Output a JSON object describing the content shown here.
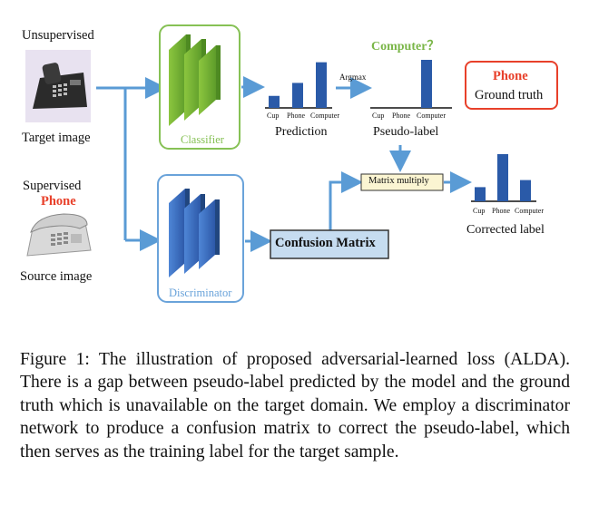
{
  "target": {
    "heading": "Unsupervised",
    "caption": "Target image"
  },
  "source": {
    "heading": "Supervised",
    "class_name": "Phone",
    "caption": "Source image"
  },
  "classifier": {
    "label": "Classifier"
  },
  "discriminator": {
    "label": "Discriminator"
  },
  "prediction": {
    "title": "Prediction",
    "bars": [
      {
        "class": "Cup",
        "value": 0.25
      },
      {
        "class": "Phone",
        "value": 0.52
      },
      {
        "class": "Computer",
        "value": 0.95
      }
    ]
  },
  "argmax_label": "Argmax",
  "pseudo_label": {
    "question": "Computer？",
    "title": "Pseudo-label",
    "bars": [
      {
        "class": "Cup",
        "value": 0
      },
      {
        "class": "Phone",
        "value": 0
      },
      {
        "class": "Computer",
        "value": 1.0
      }
    ]
  },
  "ground_truth": {
    "class_name": "Phone",
    "title": "Ground truth"
  },
  "matrix_multiply": {
    "label": "Matrix multiply"
  },
  "confusion_matrix": {
    "label": "Confusion Matrix"
  },
  "corrected_label": {
    "title": "Corrected label",
    "bars": [
      {
        "class": "Cup",
        "value": 0.3
      },
      {
        "class": "Phone",
        "value": 1.0
      },
      {
        "class": "Computer",
        "value": 0.45
      }
    ]
  },
  "colors": {
    "bar": "#2a5aa8",
    "arrow": "#5a9bd5",
    "classifier": "#7ab648",
    "discriminator": "#3b6cc4",
    "red": "#e8402a",
    "confusion_fill": "#c6dcf0"
  },
  "caption": "Figure 1: The illustration of proposed adversarial-learned loss (ALDA). There is a gap between pseudo-label predicted by the model and the ground truth which is unavailable on the target domain. We employ a discriminator network to produce a confusion matrix to correct the pseudo-label, which then serves as the training label for the target sample."
}
